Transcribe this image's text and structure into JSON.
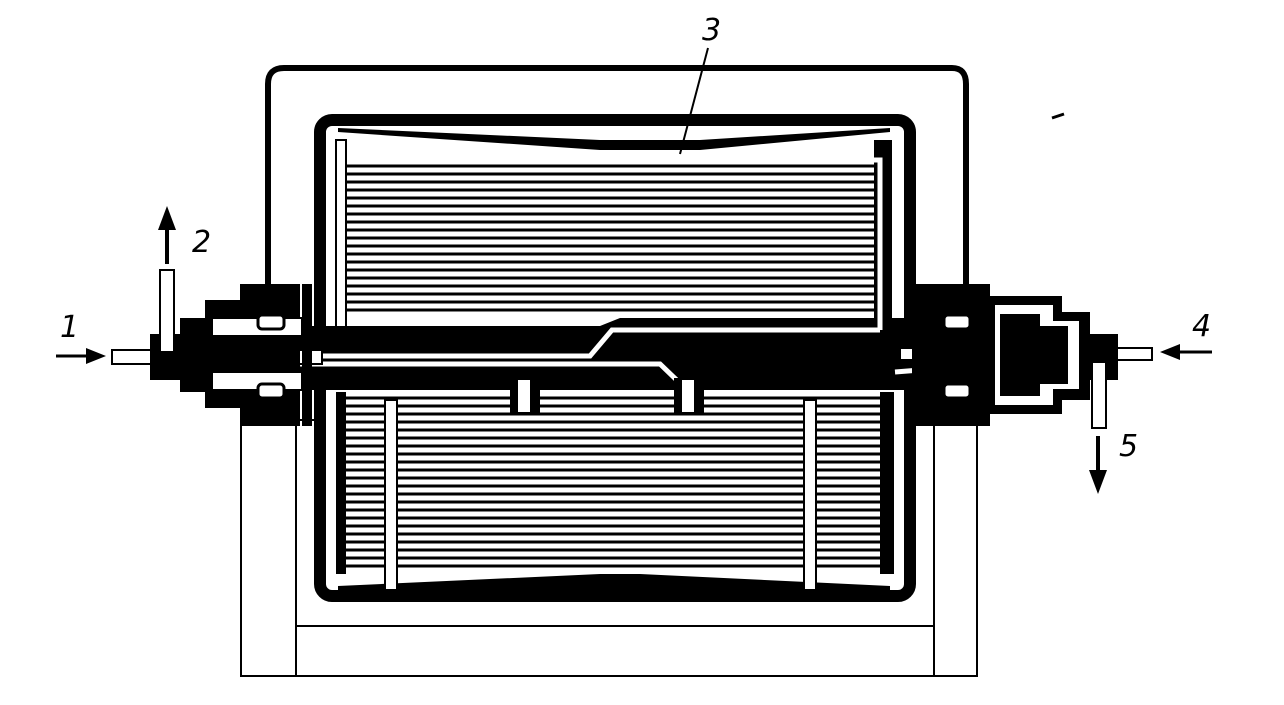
{
  "labels": {
    "l1": "1",
    "l2": "2",
    "l3": "3",
    "l4": "4",
    "l5": "5"
  },
  "colors": {
    "ink": "#000000",
    "paper": "#ffffff"
  }
}
